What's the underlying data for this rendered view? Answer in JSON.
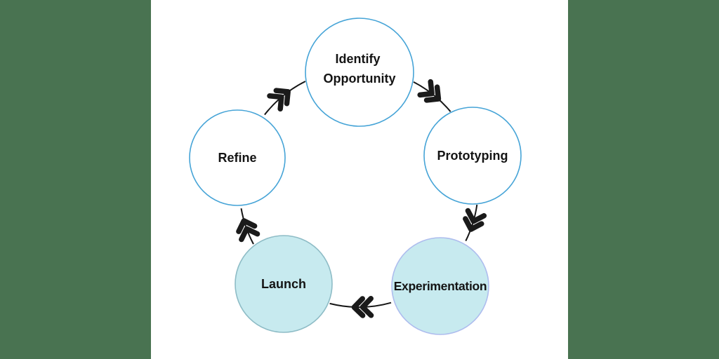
{
  "diagram": {
    "type": "cycle",
    "direction": "clockwise",
    "nodes": [
      {
        "id": "identify-opportunity",
        "lines": [
          "Identify",
          "Opportunity"
        ],
        "fill": "#ffffff",
        "border": "#46a4d7"
      },
      {
        "id": "prototyping",
        "lines": [
          "Prototyping"
        ],
        "fill": "#ffffff",
        "border": "#46a4d7"
      },
      {
        "id": "experimentation",
        "lines": [
          "Experimentation"
        ],
        "fill": "#c7eaef",
        "border": "#aebdee"
      },
      {
        "id": "launch",
        "lines": [
          "Launch"
        ],
        "fill": "#c7eaef",
        "border": "#8ebcc6"
      },
      {
        "id": "refine",
        "lines": [
          "Refine"
        ],
        "fill": "#ffffff",
        "border": "#46a4d7"
      }
    ],
    "colors": {
      "background": "#ffffff",
      "side_bars": "#497351",
      "connector": "#161616",
      "arrow": "#1a1a1a",
      "text": "#141414"
    }
  }
}
